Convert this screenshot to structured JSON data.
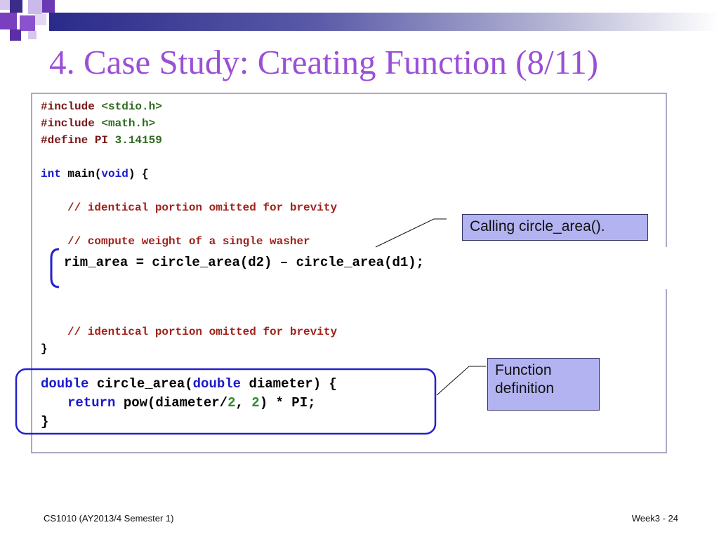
{
  "slide": {
    "title": "4. Case Study: Creating Function (8/11)"
  },
  "code": {
    "line1": {
      "a": "#include ",
      "b": "<stdio.h>"
    },
    "line2": {
      "a": "#include ",
      "b": "<math.h>"
    },
    "line3": {
      "a": "#define PI ",
      "b": "3.14159"
    },
    "line4": {
      "kw1": "int",
      "t1": " main(",
      "kw2": "void",
      "t2": ") {"
    },
    "comment1": "// identical portion omitted for brevity",
    "comment2": "// compute weight of a single washer",
    "call_line": "rim_area = circle_area(d2) – circle_area(d1);",
    "comment3": "// identical portion omitted for brevity",
    "close_main": "}",
    "def_line": {
      "kw1": "double",
      "t1": " circle_area(",
      "kw2": "double",
      "t2": " diameter) {"
    },
    "return_line": {
      "kw": "return",
      "t1": " pow(diameter/",
      "n1": "2",
      "t2": ", ",
      "n2": "2",
      "t3": ") * PI;"
    },
    "close_def": "}"
  },
  "callouts": {
    "calling": "Calling circle_area().",
    "definition": "Function definition"
  },
  "footer": {
    "course": "CS1010 (AY2013/4 Semester 1)",
    "page": "Week3 - 24"
  },
  "colors": {
    "title": "#9b4fd6",
    "keyword": "#1a1acd",
    "comment": "#a0221a",
    "number": "#2e8b2e",
    "callout_bg": "#b3b3f2",
    "highlight_border": "#2222cc"
  }
}
